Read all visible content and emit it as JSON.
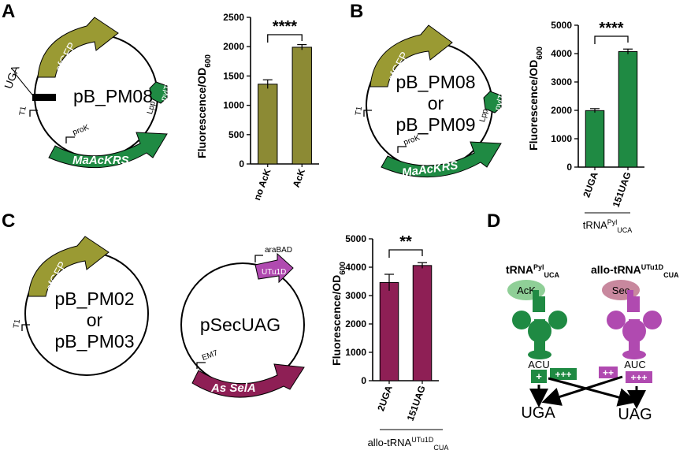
{
  "panels": {
    "a": {
      "label": "A",
      "plasmid": "pB_PM08",
      "genes": {
        "sfgfp": "sfGFP",
        "pylt": "pylT",
        "maackrs": "MaAcKRS"
      },
      "features": {
        "uga": "UGA",
        "t1": "T1",
        "lpp": "Lpp",
        "prok": "proK"
      }
    },
    "b": {
      "label": "B",
      "plasmid_line1": "pB_PM08",
      "plasmid_line2": "or",
      "plasmid_line3": "pB_PM09",
      "genes": {
        "sfgfp": "sfGFP",
        "pylt": "pylT",
        "maackrs": "MaAcKRS"
      },
      "features": {
        "t1": "T1",
        "lpp": "Lpp",
        "prok": "proK"
      },
      "group_label": "tRNA",
      "group_sup": "Pyl",
      "group_sub": "UCA"
    },
    "c": {
      "label": "C",
      "plasmid1_line1": "pB_PM02",
      "plasmid1_line2": "or",
      "plasmid1_line3": "pB_PM03",
      "plasmid2": "pSecUAG",
      "genes": {
        "sfgfp": "sfGFP",
        "utu1d": "UTu1D",
        "assela": "As SelA"
      },
      "features": {
        "t1": "T1",
        "arabad": "araBAD",
        "em7": "EM7"
      },
      "group_label": "allo-tRNA",
      "group_sup": "UTu1D",
      "group_sub": "CUA"
    },
    "d": {
      "label": "D",
      "trna1": {
        "name": "tRNA",
        "sup": "Pyl",
        "sub": "UCA",
        "aa": "AcK",
        "anticodon": "ACU",
        "box_plus": "+",
        "box_plus3": "+++"
      },
      "trna2": {
        "name": "allo-tRNA",
        "sup": "UTu1D",
        "sub": "CUA",
        "aa": "Sec",
        "anticodon": "AUC",
        "box_plus2": "++",
        "box_plus3": "+++"
      },
      "codon1": "UGA",
      "codon2": "UAG"
    }
  },
  "chart_data": [
    {
      "type": "bar",
      "panel": "A",
      "categories": [
        "no AcK",
        "AcK"
      ],
      "values": [
        1360,
        1990
      ],
      "errors": [
        75,
        45
      ],
      "ylabel": "Fluorescence/OD",
      "ylabel_sub": "600",
      "ylim": [
        0,
        2500
      ],
      "yticks": [
        0,
        500,
        1000,
        1500,
        2000,
        2500
      ],
      "significance": "****",
      "color": "#8c8a34"
    },
    {
      "type": "bar",
      "panel": "B",
      "categories": [
        "2UGA",
        "151UAG"
      ],
      "values": [
        1990,
        4070
      ],
      "errors": [
        70,
        90
      ],
      "ylabel": "Fluorescence/OD",
      "ylabel_sub": "600",
      "ylim": [
        0,
        5000
      ],
      "yticks": [
        0,
        1000,
        2000,
        3000,
        4000,
        5000
      ],
      "significance": "****",
      "color": "#1f8a43"
    },
    {
      "type": "bar",
      "panel": "C",
      "categories": [
        "2UGA",
        "151UAG"
      ],
      "values": [
        3460,
        4060
      ],
      "errors": [
        290,
        100
      ],
      "ylabel": "Fluorescence/OD",
      "ylabel_sub": "600",
      "ylim": [
        0,
        5000
      ],
      "yticks": [
        0,
        1000,
        2000,
        3000,
        4000,
        5000
      ],
      "significance": "**",
      "color": "#8e1f55"
    }
  ],
  "colors": {
    "olive": "#9a9a33",
    "green": "#1f8a43",
    "magenta": "#b04ab0",
    "maroon": "#8e1f55",
    "ack_bubble": "#8fcf97",
    "sec_bubble": "#c8889e"
  }
}
